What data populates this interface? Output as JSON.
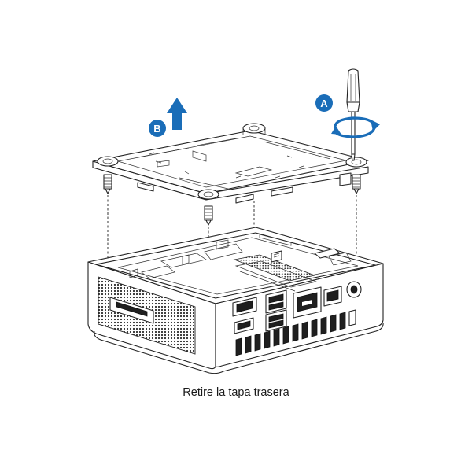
{
  "caption": "Retire la tapa trasera",
  "callouts": {
    "a": "A",
    "b": "B"
  },
  "colors": {
    "accent": "#1a6db8",
    "line": "#222222",
    "background": "#ffffff"
  },
  "icons": {
    "screwdriver": "screwdriver-icon",
    "rotate": "rotate-arrow-icon",
    "lift": "up-arrow-icon"
  }
}
